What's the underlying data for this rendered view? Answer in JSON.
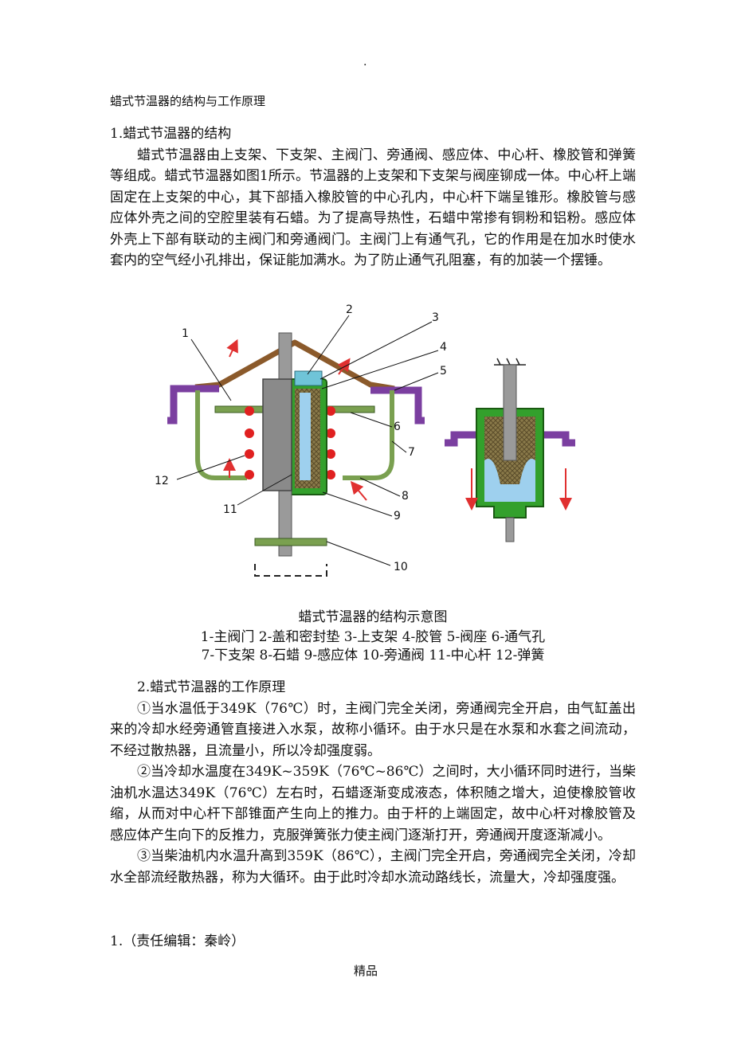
{
  "header": {
    "dot": "."
  },
  "title": "蜡式节温器的结构与工作原理",
  "section1": {
    "heading": "1.蜡式节温器的结构",
    "paragraph": "蜡式节温器由上支架、下支架、主阀门、旁通阀、感应体、中心杆、橡胶管和弹簧等组成。蜡式节温器如图1所示。节温器的上支架和下支架与阀座铆成一体。中心杆上端固定在上支架的中心，其下部插入橡胶管的中心孔内，中心杆下端呈锥形。橡胶管与感应体外壳之间的空腔里装有石蜡。为了提高导热性，石蜡中常掺有铜粉和铝粉。感应体外壳上下部有联动的主阀门和旁通阀门。主阀门上有通气孔，它的作用是在加水时使水套内的空气经小孔排出，保证能加满水。为了防止通气孔阻塞，有的加装一个摆锤。"
  },
  "figure": {
    "labels": [
      "1",
      "2",
      "3",
      "4",
      "5",
      "6",
      "7",
      "8",
      "9",
      "10",
      "11",
      "12"
    ],
    "colors": {
      "upper_frame": "#8B5A2B",
      "seat": "#7B3FA0",
      "lower_frame": "#7AA050",
      "sensor": "#33A02C",
      "wax": "#8A7A4A",
      "rod": "#9A9A9A",
      "spring": "#E02020",
      "water": "#9ED0EE",
      "arrow": "#E03030"
    }
  },
  "caption": {
    "title": "蜡式节温器的结构示意图",
    "line1": "1-主阀门 2-盖和密封垫 3-上支架 4-胶管 5-阀座 6-通气孔",
    "line2": "7-下支架 8-石蜡 9-感应体 10-旁通阀 11-中心杆 12-弹簧"
  },
  "section2": {
    "heading": "2.蜡式节温器的工作原理",
    "paragraphs": [
      "①当水温低于349K（76℃）时，主阀门完全关闭，旁通阀完全开启，由气缸盖出来的冷却水经旁通管直接进入水泵，故称小循环。由于水只是在水泵和水套之间流动，不经过散热器，且流量小，所以冷却强度弱。",
      "②当冷却水温度在349K~359K（76℃~86℃）之间时，大小循环同时进行，当柴油机水温达349K（76℃）左右时，石蜡逐渐变成液态，体积随之增大，迫使橡胶管收缩，从而对中心杆下部锥面产生向上的推力。由于杆的上端固定，故中心杆对橡胶管及感应体产生向下的反推力，克服弹簧张力使主阀门逐渐打开，旁通阀开度逐渐减小。",
      "③当柴油机内水温升高到359K（86℃），主阀门完全开启，旁通阀完全关闭，冷却水全部流经散热器，称为大循环。由于此时冷却水流动路线长，流量大，冷却强度强。"
    ]
  },
  "editor": "1.（责任编辑：秦岭）",
  "footer": "精品"
}
